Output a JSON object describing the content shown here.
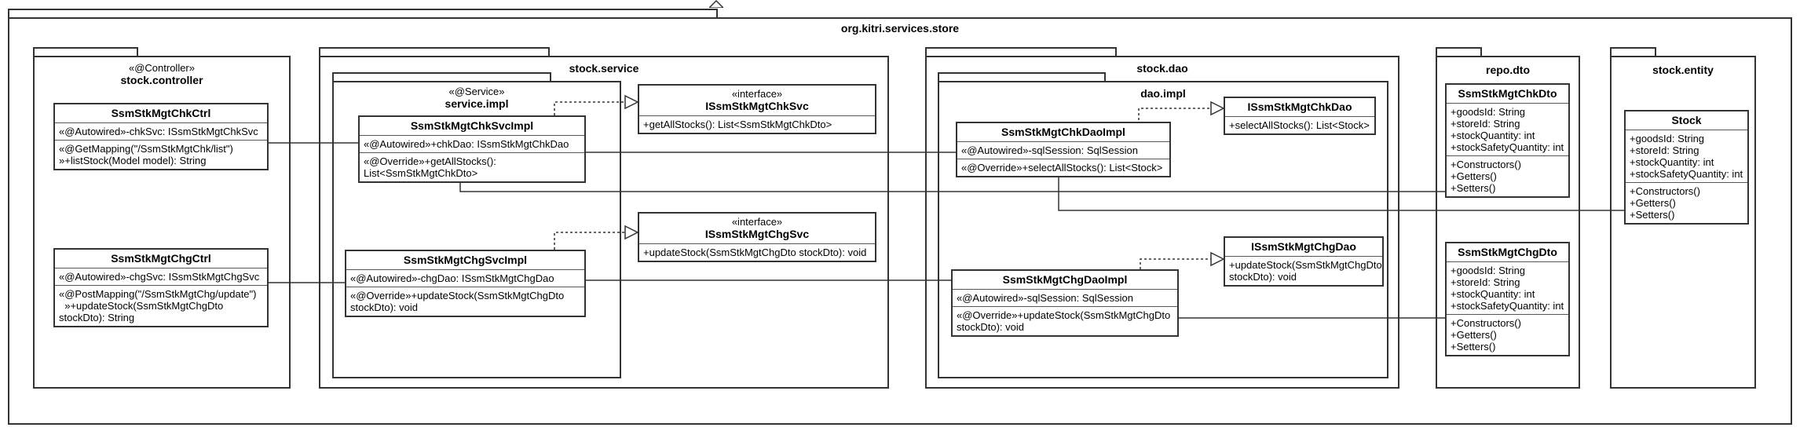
{
  "outer_package": {
    "name": "org.kitri.services.store"
  },
  "packages": {
    "controller": {
      "stereotype": "«@Controller»",
      "name": "stock.controller"
    },
    "service": {
      "name": "stock.service"
    },
    "service_impl": {
      "stereotype": "«@Service»",
      "name": "service.impl"
    },
    "dao": {
      "name": "stock.dao"
    },
    "dao_impl": {
      "name": "dao.impl"
    },
    "dto": {
      "name": "repo.dto"
    },
    "entity": {
      "name": "stock.entity"
    }
  },
  "classes": {
    "chk_ctrl": {
      "name": "SsmStkMgtChkCtrl",
      "attributes": [
        "«@Autowired»-chkSvc: ISsmStkMgtChkSvc"
      ],
      "operations": [
        "«@GetMapping(\"/SsmStkMgtChk/list\")",
        "»+listStock(Model model): String"
      ]
    },
    "chg_ctrl": {
      "name": "SsmStkMgtChgCtrl",
      "attributes": [
        "«@Autowired»-chgSvc: ISsmStkMgtChgSvc"
      ],
      "operations": [
        "«@PostMapping(\"/SsmStkMgtChg/update\")",
        "  »+updateStock(SsmStkMgtChgDto",
        "stockDto): String"
      ]
    },
    "chk_svc_impl": {
      "name": "SsmStkMgtChkSvcImpl",
      "attributes": [
        "«@Autowired»+chkDao: ISsmStkMgtChkDao"
      ],
      "operations": [
        "«@Override»+getAllStocks():",
        "List<SsmStkMgtChkDto>"
      ]
    },
    "chg_svc_impl": {
      "name": "SsmStkMgtChgSvcImpl",
      "attributes": [
        "«@Autowired»-chgDao: ISsmStkMgtChgDao"
      ],
      "operations": [
        "«@Override»+updateStock(SsmStkMgtChgDto",
        "stockDto): void"
      ]
    },
    "chk_svc_if": {
      "stereotype": "«interface»",
      "name": "ISsmStkMgtChkSvc",
      "operations": [
        "+getAllStocks(): List<SsmStkMgtChkDto>"
      ]
    },
    "chg_svc_if": {
      "stereotype": "«interface»",
      "name": "ISsmStkMgtChgSvc",
      "operations": [
        "+updateStock(SsmStkMgtChgDto stockDto): void"
      ]
    },
    "chk_dao_impl": {
      "name": "SsmStkMgtChkDaoImpl",
      "attributes": [
        "«@Autowired»-sqlSession: SqlSession"
      ],
      "operations": [
        "«@Override»+selectAllStocks(): List<Stock>"
      ]
    },
    "chg_dao_impl": {
      "name": "SsmStkMgtChgDaoImpl",
      "attributes": [
        "«@Autowired»-sqlSession: SqlSession"
      ],
      "operations": [
        "«@Override»+updateStock(SsmStkMgtChgDto",
        "stockDto): void"
      ]
    },
    "chk_dao_if": {
      "name": "ISsmStkMgtChkDao",
      "operations": [
        "+selectAllStocks(): List<Stock>"
      ]
    },
    "chg_dao_if": {
      "name": "ISsmStkMgtChgDao",
      "operations": [
        "+updateStock(SsmStkMgtChgDto",
        "stockDto): void"
      ]
    },
    "chk_dto": {
      "name": "SsmStkMgtChkDto",
      "attributes": [
        "+goodsId: String",
        "+storeId: String",
        "+stockQuantity: int",
        "+stockSafetyQuantity: int"
      ],
      "operations": [
        "+Constructors()",
        "+Getters()",
        "+Setters()"
      ]
    },
    "chg_dto": {
      "name": "SsmStkMgtChgDto",
      "attributes": [
        "+goodsId: String",
        "+storeId: String",
        "+stockQuantity: int",
        "+stockSafetyQuantity: int"
      ],
      "operations": [
        "+Constructors()",
        "+Getters()",
        "+Setters()"
      ]
    },
    "stock": {
      "name": "Stock",
      "attributes": [
        "+goodsId: String",
        "+storeId: String",
        "+stockQuantity: int",
        "+stockSafetyQuantity: int"
      ],
      "operations": [
        "+Constructors()",
        "+Getters()",
        "+Setters()"
      ]
    }
  }
}
